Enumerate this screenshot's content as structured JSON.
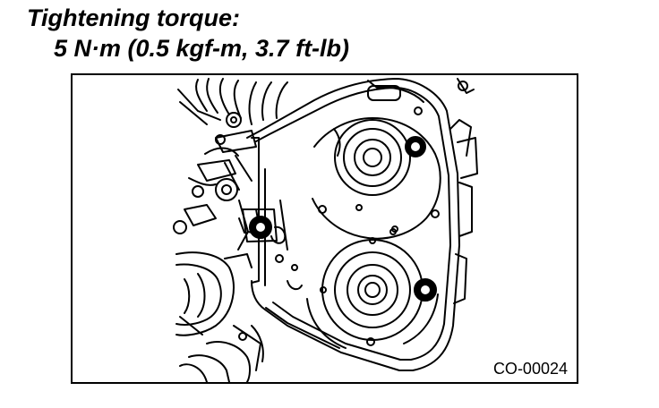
{
  "spec": {
    "heading": "Tightening torque:",
    "value": "5 N·m (0.5 kgf-m, 3.7 ft-lb)"
  },
  "figure": {
    "code": "CO-00024",
    "icons": [
      "engine-timing-belt-cover-drawing",
      "cam-sprocket",
      "tightening-bolt"
    ]
  }
}
